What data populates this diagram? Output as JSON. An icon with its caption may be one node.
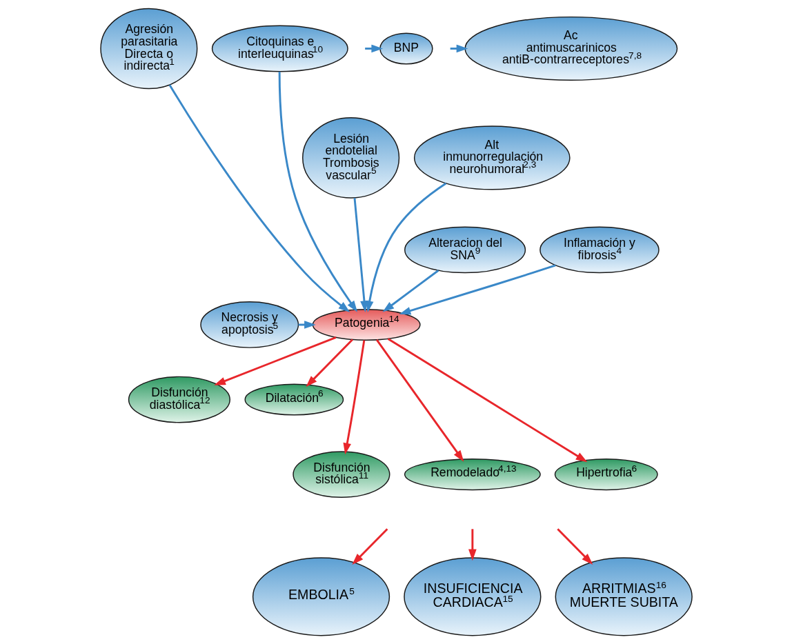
{
  "diagram": {
    "nodes": [
      {
        "text": [
          "Agresión parasitaria Directa o indirecta$^{1}$"
        ]
      },
      {
        "text": [
          "BNP"
        ]
      },
      {
        "text": [
          "Citoquinas e interleuquinas$^{10}$"
        ]
      },
      {
        "text": [
          "Ac antimuscarinicos antiB-contrarreceptores$^{7,8}$"
        ]
      },
      {
        "text": [
          "Lesión endotelial Trombosis vascular$^{5}$"
        ]
      },
      {
        "text": [
          "Alt inmunorregulación neurohumoral$^{2,3}$"
        ]
      },
      {
        "text": [
          "Alteracion del SNA$^{9}$"
        ]
      },
      {
        "text": [
          "Inflamación y fibrosis$^{4}$"
        ]
      },
      {
        "text": [
          "Patogenia$^{14}$"
        ]
      },
      {
        "text": [
          "Necrosis y apoptosis$^{5}$"
        ]
      },
      {
        "text": [
          "Disfunción diastólica$^{12}$"
        ]
      },
      {
        "text": [
          "Dilatación$^{6}$"
        ]
      },
      {
        "text": [
          "Disfunción sistólica$^{11}$"
        ]
      },
      {
        "text": [
          "Remodelado$^{4,13}$"
        ]
      },
      {
        "text": [
          "Hipertrofia$^{6}$"
        ]
      },
      {
        "text": [
          "EMBOLIA$^{5}$"
        ]
      },
      {
        "text": [
          "INSUFICIENCIA CARDIACA$^{15}$"
        ]
      },
      {
        "text": [
          "ARRITMIAS$^{16}$ MUERTE SUBITA"
        ]
      }
    ],
    "edges": [
      {
        "from": 0,
        "to": 8,
        "arrow": "to"
      },
      {
        "from": 2,
        "to": 8,
        "arrow": "to"
      },
      {
        "from": 4,
        "to": 8,
        "arrow": "to"
      },
      {
        "from": 7,
        "to": 8,
        "arrow": "to"
      },
      {
        "from": 5,
        "to": 8,
        "arrow": "to"
      },
      {
        "from": 6,
        "to": 8,
        "arrow": "to"
      },
      {
        "from": 9,
        "to": 8,
        "arrow": "to"
      },
      {
        "from": null,
        "to": 1,
        "arrow": "to"
      },
      {
        "from": null,
        "to": 3,
        "arrow": "to"
      },
      {
        "from": 8,
        "to": 10,
        "arrow": "to",
        "color": "#e8262b"
      },
      {
        "from": 8,
        "to": 12,
        "arrow": "to",
        "color": "#e8262b"
      },
      {
        "from": 8,
        "to": 13,
        "arrow": "to",
        "color": "#e8262b"
      },
      {
        "from": 8,
        "to": 14,
        "arrow": "to",
        "color": "#e8262b"
      },
      {
        "from": 8,
        "to": 11,
        "arrow": "to",
        "color": "#e8262b"
      },
      {
        "from": null,
        "to": 15,
        "arrow": "to",
        "color": "#e8262b"
      },
      {
        "from": null,
        "to": 16,
        "arrow": "to",
        "color": "#e8262b"
      },
      {
        "from": null,
        "to": 17,
        "arrow": "to",
        "color": "#e8262b"
      }
    ]
  }
}
